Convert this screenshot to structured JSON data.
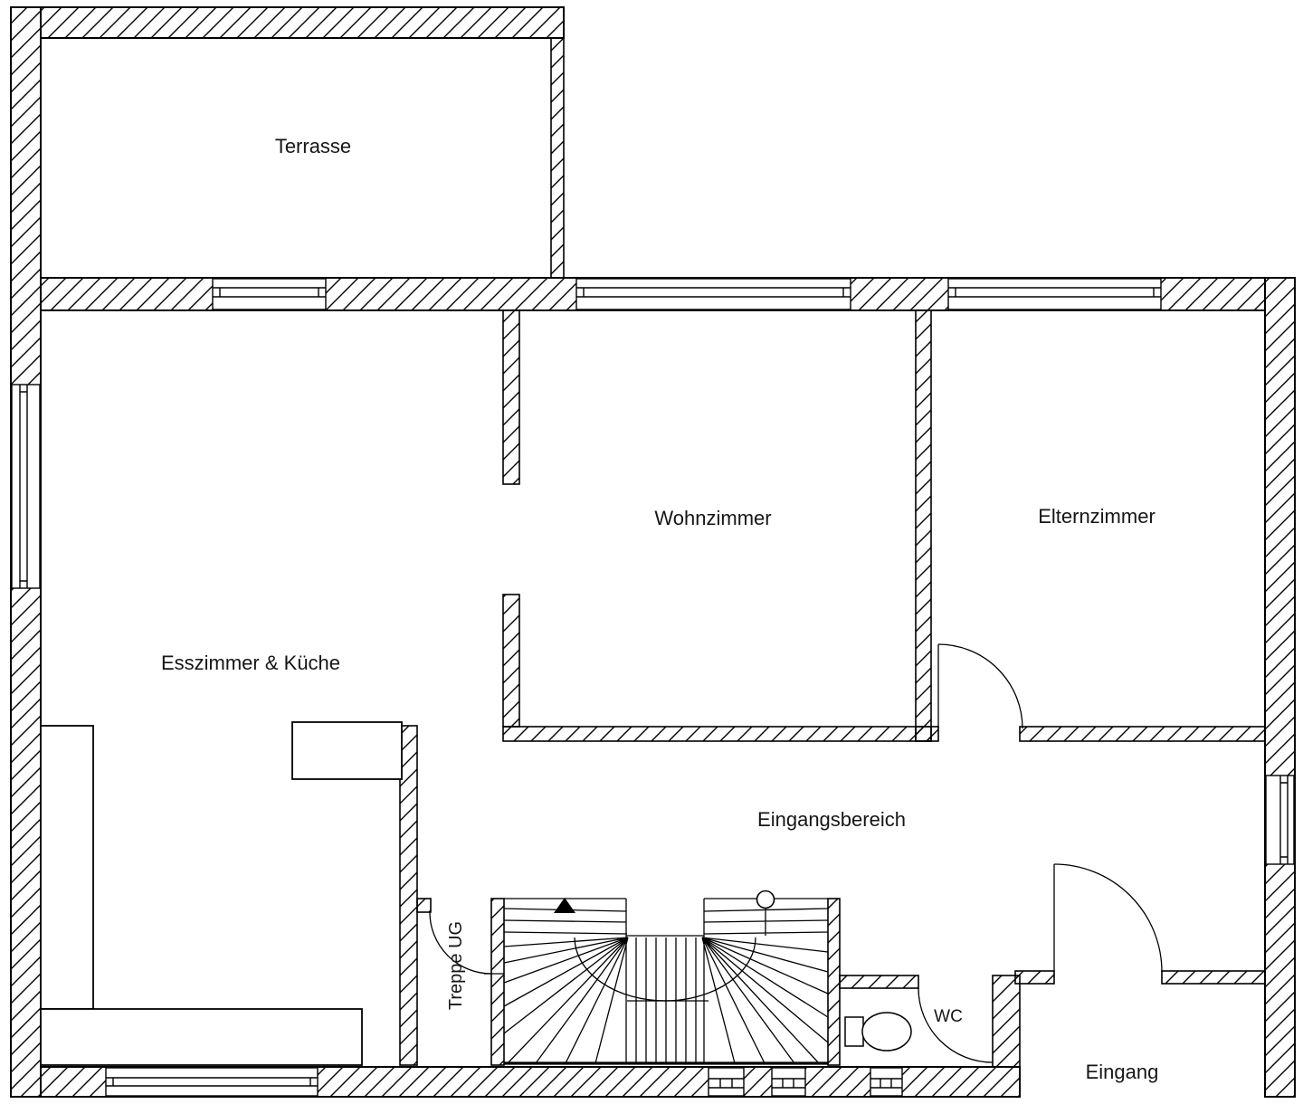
{
  "plan": {
    "type": "floor-plan",
    "colors": {
      "line": "#000000",
      "background": "#ffffff"
    },
    "rooms": {
      "terrasse": {
        "label": "Terrasse"
      },
      "esszimmer_kueche": {
        "label": "Esszimmer & Küche"
      },
      "wohnzimmer": {
        "label": "Wohnzimmer"
      },
      "elternzimmer": {
        "label": "Elternzimmer"
      },
      "eingangsbereich": {
        "label": "Eingangsbereich"
      },
      "treppe_ug": {
        "label": "Treppe UG"
      },
      "wc": {
        "label": "WC"
      },
      "eingang": {
        "label": "Eingang"
      }
    }
  }
}
